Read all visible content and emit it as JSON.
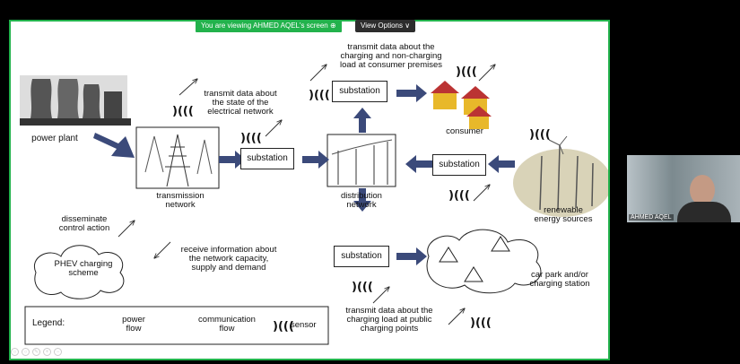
{
  "banner": {
    "viewing_text": "You are viewing AHMED AQEL's screen ⊕",
    "view_options": "View Options ∨"
  },
  "diagram": {
    "power_plant": "power plant",
    "transmission_network": "transmission\nnetwork",
    "distribution_network": "distribution\nnetwork",
    "consumer": "consumer",
    "renewable": "renewable\nenergy sources",
    "car_park": "car park and/or\ncharging station",
    "phev": "PHEV charging\nscheme",
    "substation": "substation",
    "note_transmit_state": "transmit data about\nthe state of the\nelectrical network",
    "note_transmit_consumer": "transmit data about the\ncharging and non-charging\nload at consumer premises",
    "note_disseminate": "disseminate\ncontrol action",
    "note_receive": "receive information about\nthe network capacity,\nsupply and demand",
    "note_transmit_public": "transmit data about the\ncharging load at public\ncharging points"
  },
  "legend": {
    "title": "Legend:",
    "power_flow": "power\nflow",
    "communication_flow": "communication\nflow",
    "sensor": "sensor"
  },
  "participant": {
    "name": "AHMED AQEL"
  },
  "colors": {
    "arrow": "#3b4a7a",
    "banner": "#22b24c"
  }
}
